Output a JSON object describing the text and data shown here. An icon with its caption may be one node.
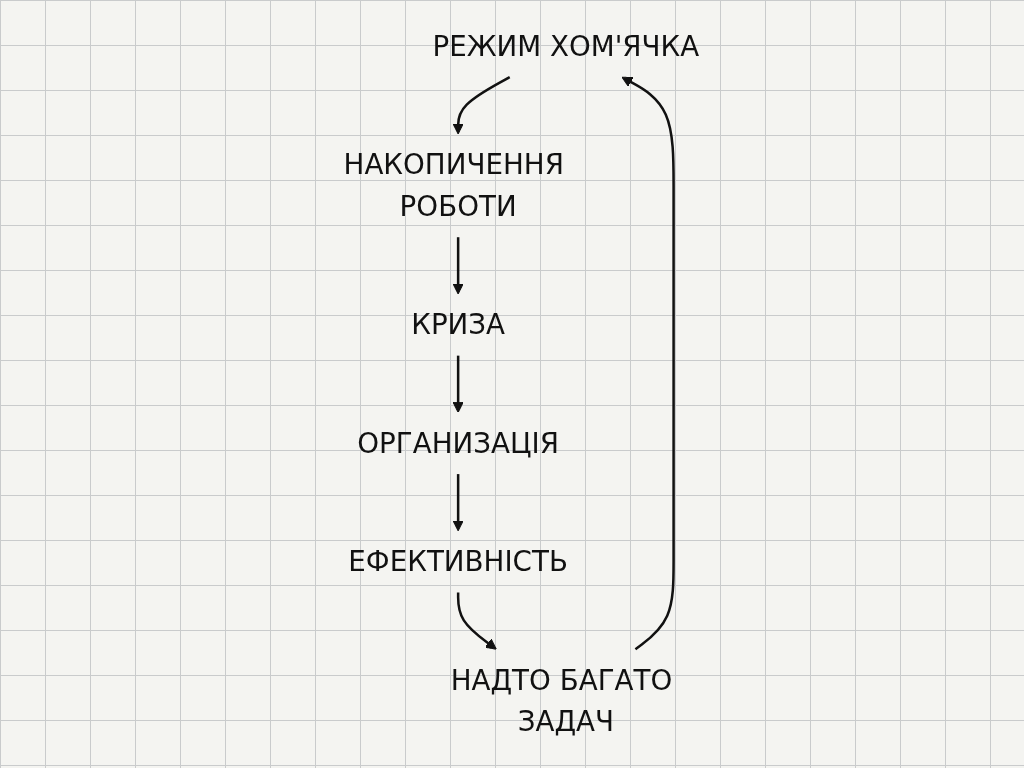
{
  "diagram": {
    "nodes": [
      {
        "text": [
          "РЕЖИМ ХОМ'ЯЧКА"
        ]
      },
      {
        "text": [
          "НАДТО БАГАТО ЗАДАЧ"
        ]
      },
      {
        "text": [
          "НАКОПИЧЕННЯ РОБОТИ"
        ]
      },
      {
        "text": [
          "ЕФЕКТИВНІСТЬ"
        ]
      },
      {
        "text": [
          "КРИЗА"
        ]
      },
      {
        "text": [
          "ОРГАНИЗАЦІЯ"
        ]
      }
    ],
    "edges": [
      {
        "from": 0,
        "to": 2,
        "arrow": "to"
      },
      {
        "from": 2,
        "to": 4,
        "arrow": "to"
      },
      {
        "from": 4,
        "to": 5,
        "arrow": "to"
      },
      {
        "from": 5,
        "to": 3,
        "arrow": "to"
      },
      {
        "from": 3,
        "to": 1,
        "arrow": "to"
      },
      {
        "from": 1,
        "to": 0,
        "arrow": "to"
      }
    ]
  }
}
